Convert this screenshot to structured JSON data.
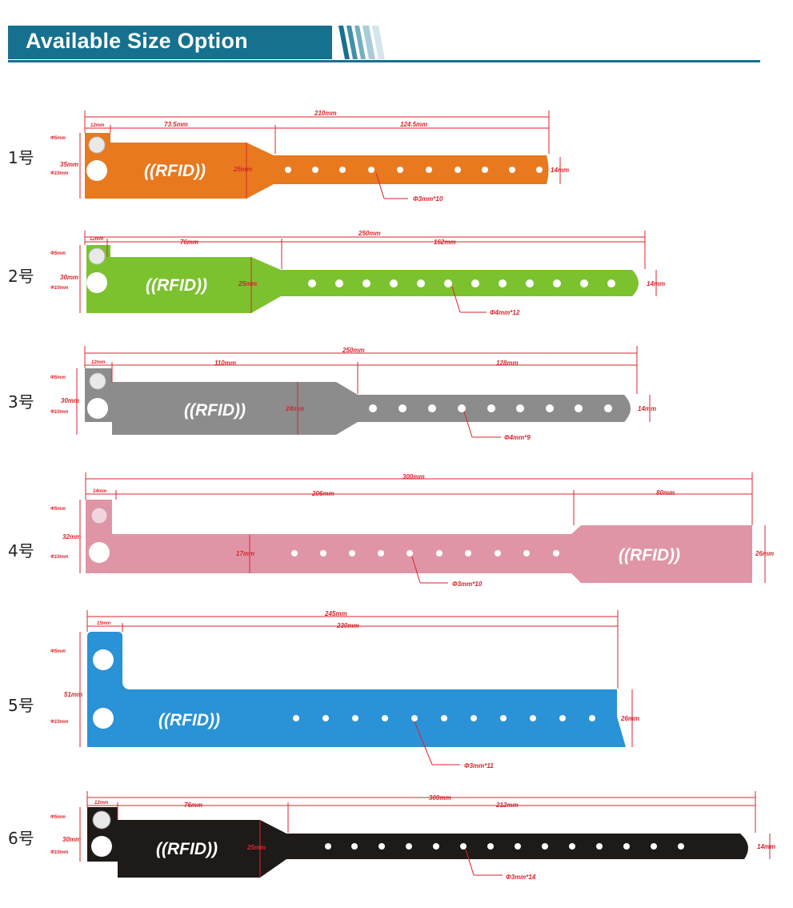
{
  "header": {
    "title": "Available Size Option",
    "color": "#16718f"
  },
  "colors": {
    "dimension": "#d8262c"
  },
  "bands": [
    {
      "label": "1号",
      "color": "#e8791e",
      "rfid": "((RFID))",
      "dims": {
        "total": "210mm",
        "tab": "12mm",
        "head": "73.5mm",
        "strap": "124.5mm",
        "hole_small": "Φ5mm",
        "hole_large": "Φ10mm",
        "height": "35mm",
        "head_height": "25mm",
        "strap_height": "14mm",
        "holes": "Φ3mm*10"
      }
    },
    {
      "label": "2号",
      "color": "#7cc22f",
      "rfid": "((RFID))",
      "dims": {
        "total": "250mm",
        "tab": "12mm",
        "head": "76mm",
        "strap": "162mm",
        "hole_small": "Φ5mm",
        "hole_large": "Φ10mm",
        "height": "30mm",
        "head_height": "25mm",
        "strap_height": "14mm",
        "holes": "Φ4mm*12"
      }
    },
    {
      "label": "3号",
      "color": "#8c8c8c",
      "rfid": "((RFID))",
      "dims": {
        "total": "250mm",
        "tab": "12mm",
        "head": "110mm",
        "strap": "128mm",
        "hole_small": "Φ5mm",
        "hole_large": "Φ10mm",
        "height": "30mm",
        "head_height": "24mm",
        "strap_height": "14mm",
        "holes": "Φ4mm*9"
      }
    },
    {
      "label": "4号",
      "color": "#e095a6",
      "rfid": "((RFID))",
      "dims": {
        "total": "300mm",
        "tab": "14mm",
        "head": "206mm",
        "strap": "80mm",
        "hole_small": "Φ5mm",
        "hole_large": "Φ10mm",
        "height": "32mm",
        "head_height": "17mm",
        "strap_height": "26mm",
        "holes": "Φ3mm*10"
      }
    },
    {
      "label": "5号",
      "color": "#2a92d6",
      "rfid": "((RFID))",
      "dims": {
        "total": "245mm",
        "tab": "15mm",
        "head": "230mm",
        "hole_small": "Φ5mm",
        "hole_large": "Φ10mm",
        "height": "51mm",
        "strap_height": "26mm",
        "holes": "Φ3mm*11"
      }
    },
    {
      "label": "6号",
      "color": "#1e1a18",
      "rfid": "((RFID))",
      "dims": {
        "total": "300mm",
        "tab": "12mm",
        "head": "76mm",
        "strap": "212mm",
        "hole_small": "Φ5mm",
        "hole_large": "Φ10mm",
        "height": "30mm",
        "head_height": "25mm",
        "strap_height": "14mm",
        "holes": "Φ3mm*14"
      }
    }
  ]
}
